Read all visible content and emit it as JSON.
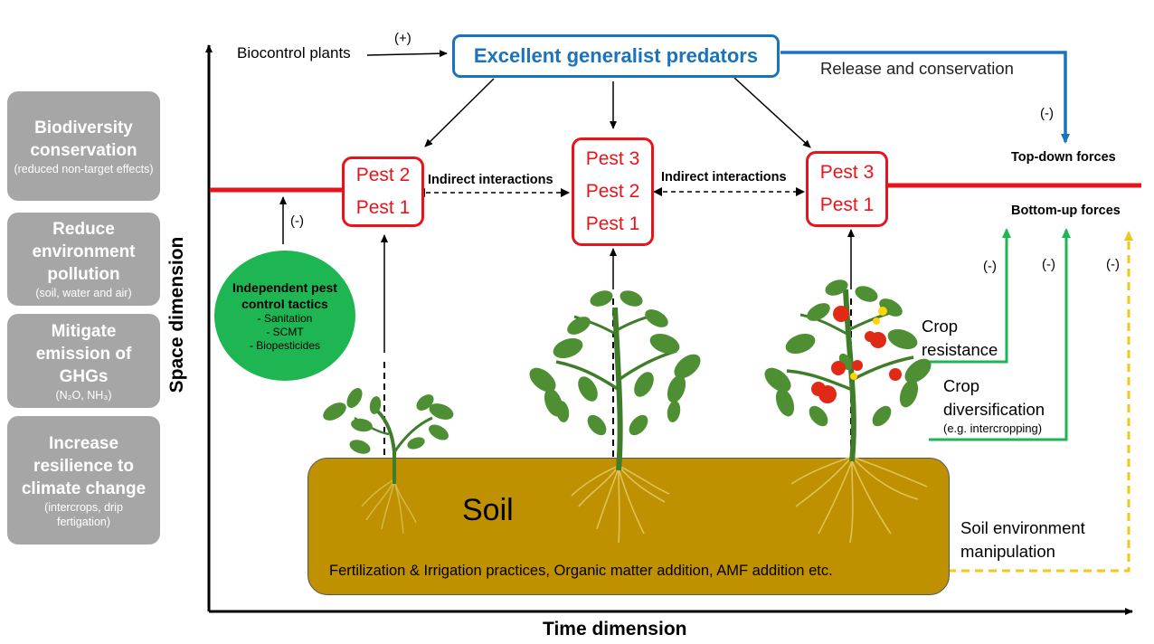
{
  "axes": {
    "y_label": "Space dimension",
    "x_label": "Time dimension"
  },
  "benefits": [
    {
      "title": "Biodiversity conservation",
      "sub": "(reduced non-target effects)"
    },
    {
      "title": "Reduce environment pollution",
      "sub": "(soil, water and air)"
    },
    {
      "title": "Mitigate emission of GHGs",
      "sub": "(N₂O, NH₃)"
    },
    {
      "title": "Increase resilience to climate change",
      "sub": "(intercrops, drip fertigation)"
    }
  ],
  "top": {
    "biocontrol_plants": "Biocontrol plants",
    "plus_sign": "(+)",
    "predators": "Excellent generalist predators",
    "release": "Release and conservation",
    "minus_release": "(-)"
  },
  "pests": {
    "left": [
      "Pest 2",
      "Pest 1"
    ],
    "middle": [
      "Pest 3",
      "Pest 2",
      "Pest 1"
    ],
    "right": [
      "Pest 3",
      "Pest 1"
    ],
    "indirect_1": "Indirect interactions",
    "indirect_2": "Indirect interactions"
  },
  "forces": {
    "top_down": "Top-down forces",
    "bottom_up": "Bottom-up forces",
    "minus_1": "(-)",
    "minus_2": "(-)",
    "minus_3": "(-)"
  },
  "independent": {
    "minus": "(-)",
    "title": "Independent pest control tactics",
    "items": [
      "- Sanitation",
      "- SCMT",
      "- Biopesticides"
    ]
  },
  "crop": {
    "resistance": "Crop resistance",
    "diversification": "Crop diversification",
    "diversification_example": "(e.g. intercropping)",
    "soil_manipulation": "Soil environment manipulation"
  },
  "soil": {
    "title": "Soil",
    "practices": "Fertilization & Irrigation practices, Organic matter addition, AMF addition etc."
  },
  "colors": {
    "red": "#e8141c",
    "blue": "#1a73bd",
    "green": "#1eb653",
    "yellow": "#f5c518",
    "soil": "#bf9000",
    "benefit_gray": "#a6a6a6"
  }
}
